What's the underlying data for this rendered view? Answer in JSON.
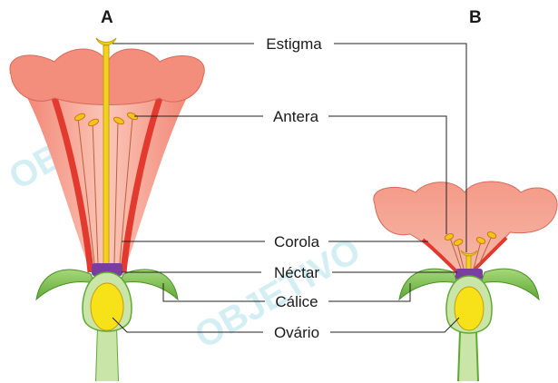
{
  "figure_labels": {
    "a": "A",
    "b": "B"
  },
  "labels": {
    "stigma": "Estigma",
    "anther": "Antera",
    "corolla": "Corola",
    "nectar": "Néctar",
    "calyx": "Cálice",
    "ovary": "Ovário"
  },
  "watermark": "OBJETIVO",
  "colors": {
    "petal": "#f08a78",
    "petal_light": "#fbbfb2",
    "petal_edge": "#e23a2e",
    "style": "#f2d21e",
    "anther": "#f7c21a",
    "nectar": "#7a3f9e",
    "sepal": "#7fc24a",
    "ovary_wall": "#c9e6a8",
    "ovary": "#f7e21a"
  }
}
